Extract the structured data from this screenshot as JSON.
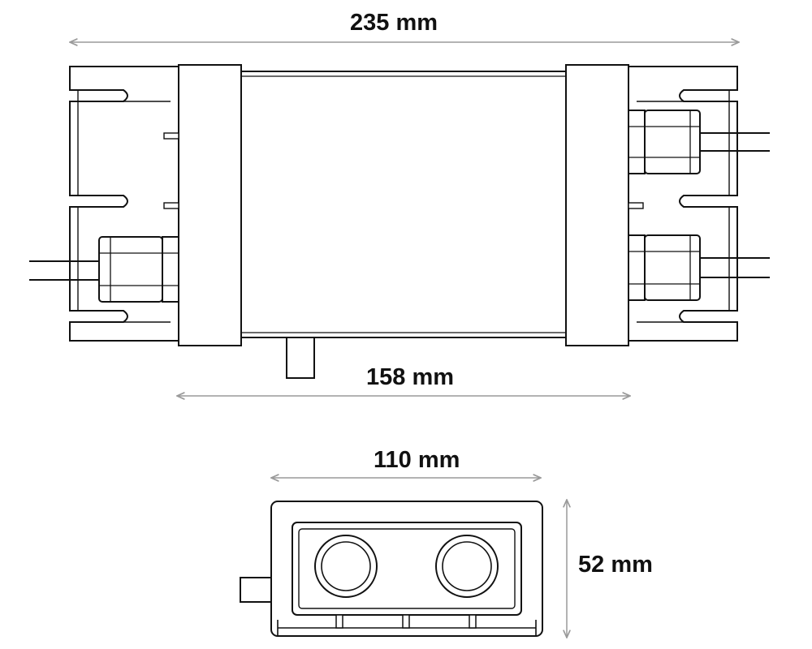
{
  "dimensions": {
    "overall_length": "235 mm",
    "body_length": "158 mm",
    "end_width": "110 mm",
    "end_height": "52 mm"
  },
  "colors": {
    "outline": "#111111",
    "dimension_line": "#9a9a9a",
    "background": "#ffffff"
  }
}
